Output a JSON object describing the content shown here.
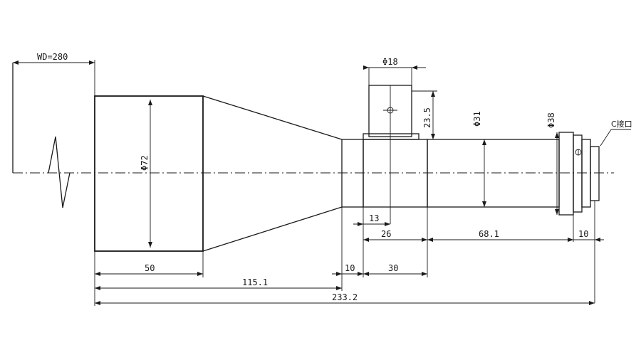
{
  "dimensions": {
    "wd": "WD=280",
    "d18": "Φ18",
    "h23_5": "23.5",
    "d31": "Φ31",
    "d38": "Φ38",
    "d72": "Φ72",
    "c_mount": "C接口",
    "l13": "13",
    "l26": "26",
    "l68_1": "68.1",
    "l10_right": "10",
    "l50": "50",
    "l10_mid": "10",
    "l30": "30",
    "l115_1": "115.1",
    "l233_2": "233.2"
  }
}
